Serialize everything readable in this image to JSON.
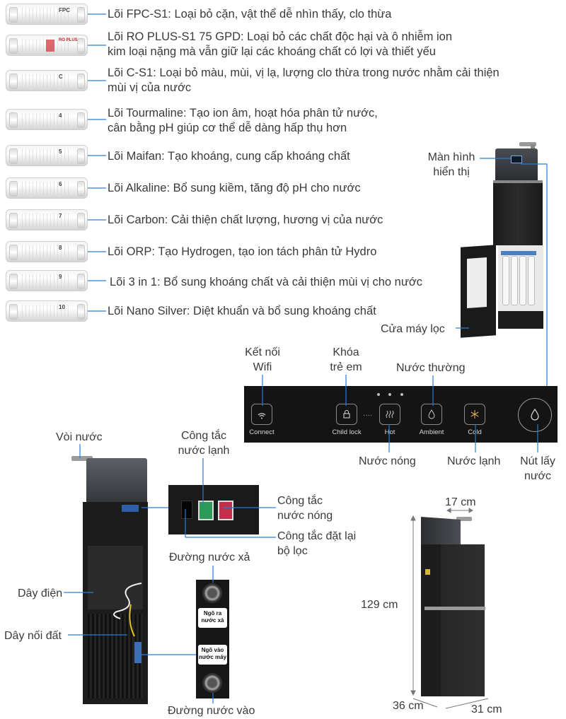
{
  "filters": [
    {
      "lines": [
        "Lõi FPC-S1: Loại bỏ cặn, vật thể dễ nhìn thấy, clo thừa"
      ],
      "mark": "FPC"
    },
    {
      "lines": [
        "Lõi RO PLUS-S1 75 GPD: Loại bỏ các chất độc hại và ô nhiễm ion",
        "kim loại nặng mà vẫn giữ lại các khoáng chất có lợi và thiết yếu"
      ],
      "mark": "RO PLUS"
    },
    {
      "lines": [
        "Lõi C-S1: Loại bỏ màu, mùi, vị lạ, lượng clo thừa trong nước nhằm cải thiện",
        "mùi vị của nước"
      ],
      "mark": "C"
    },
    {
      "lines": [
        "Lõi Tourmaline: Tạo ion âm, hoạt hóa phân tử nước,",
        "cân bằng pH giúp cơ thể dễ dàng hấp thụ hơn"
      ],
      "mark": "4"
    },
    {
      "lines": [
        "Lõi Maifan: Tạo khoáng, cung cấp khoáng chất"
      ],
      "mark": "5"
    },
    {
      "lines": [
        "Lõi Alkaline: Bổ sung kiềm, tăng độ pH cho nước"
      ],
      "mark": "6"
    },
    {
      "lines": [
        "Lõi Carbon: Cải thiện chất lượng, hương vị của nước"
      ],
      "mark": "7"
    },
    {
      "lines": [
        "Lõi ORP: Tạo Hydrogen, tạo ion tách phân tử Hydro"
      ],
      "mark": "8"
    },
    {
      "lines": [
        "Lõi 3 in 1: Bổ sung khoáng chất và cải thiện mùi vị cho nước"
      ],
      "mark": "9"
    },
    {
      "lines": [
        "Lõi Nano Silver: Diệt khuẩn và bổ sung khoáng chất"
      ],
      "mark": "10"
    }
  ],
  "callouts": {
    "display": [
      "Màn hình",
      "hiển thị"
    ],
    "door": "Cửa máy lọc",
    "wifi": [
      "Kết nối",
      "Wifi"
    ],
    "child": [
      "Khóa",
      "trẻ em"
    ],
    "ambient_top": "Nước thường",
    "hot_bottom": "Nước nóng",
    "cold_bottom": "Nước lạnh",
    "dispense": [
      "Nút lấy",
      "nước"
    ],
    "faucet": "Vòi nước",
    "cold_switch": [
      "Công tắc",
      "nước lạnh"
    ],
    "hot_switch": [
      "Công tắc",
      "nước nóng"
    ],
    "reset_switch": [
      "Công tắc đặt lại",
      "bộ lọc"
    ],
    "drain": "Đường nước xả",
    "power_cord": "Dây điện",
    "ground_wire": "Dây nối đất",
    "inlet": "Đường nước vào"
  },
  "panel_labels": {
    "connect": "Connect",
    "child_lock": "Child lock",
    "hot": "Hot",
    "ambient": "Ambient",
    "cold": "Cold"
  },
  "plate": {
    "drain_label": [
      "Ngõ ra",
      "nước xả"
    ],
    "inlet_label": [
      "Ngõ vào",
      "nước máy"
    ]
  },
  "dimensions": {
    "faucet_reach": "17 cm",
    "height": "129 cm",
    "depth": "36 cm",
    "width": "31 cm"
  },
  "colors": {
    "line": "#2a7ad6",
    "panel": "#141414",
    "body": "#1b1b1b",
    "text": "#3a3a3a"
  }
}
